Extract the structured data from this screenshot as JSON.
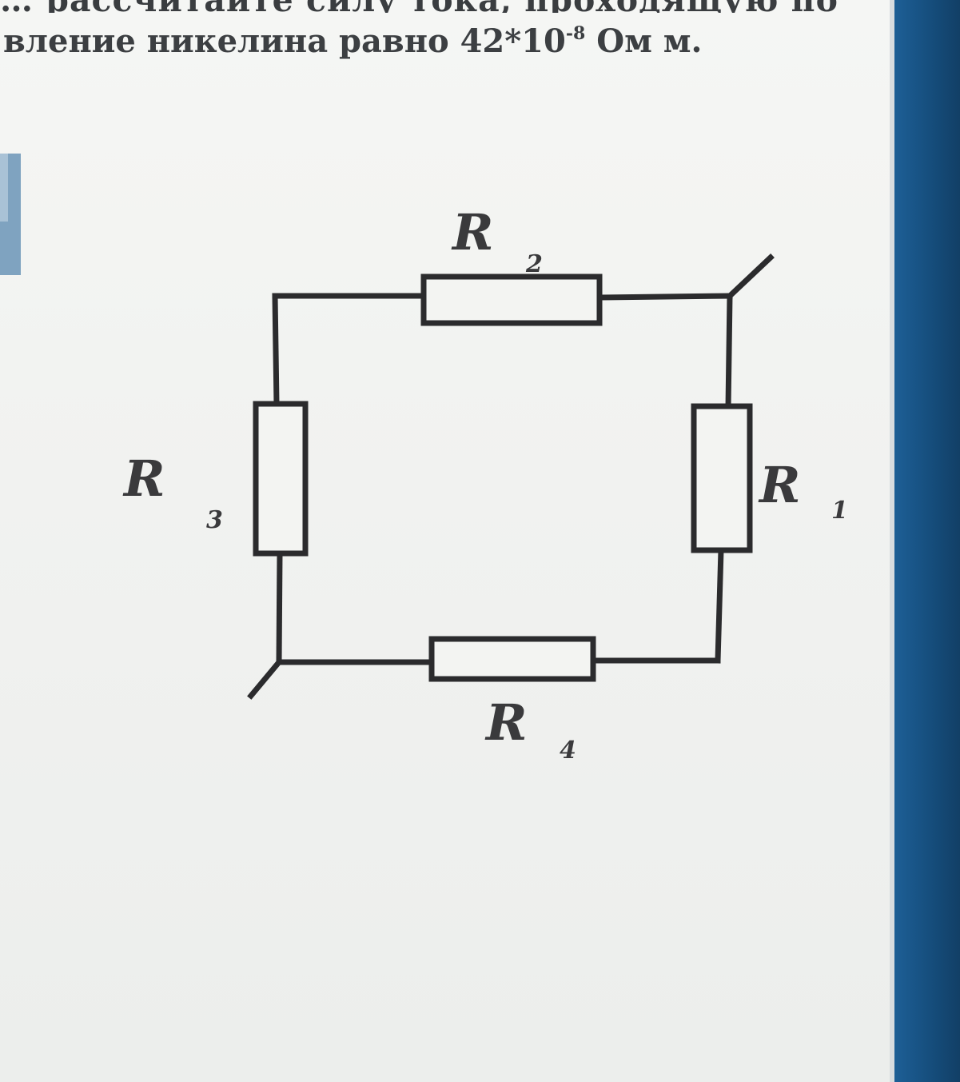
{
  "document": {
    "text_top_partial": "… рассчитайте силу тока, проходящую по",
    "text_line": {
      "before_exponent": "вление никелина равно 42*10",
      "exponent": "-8",
      "after_exponent": " Ом м."
    }
  },
  "diagram": {
    "resistors": [
      {
        "id": "R1",
        "letter": "R",
        "subscript": "1"
      },
      {
        "id": "R2",
        "letter": "R",
        "subscript": "2"
      },
      {
        "id": "R3",
        "letter": "R",
        "subscript": "3"
      },
      {
        "id": "R4",
        "letter": "R",
        "subscript": "4"
      }
    ]
  }
}
